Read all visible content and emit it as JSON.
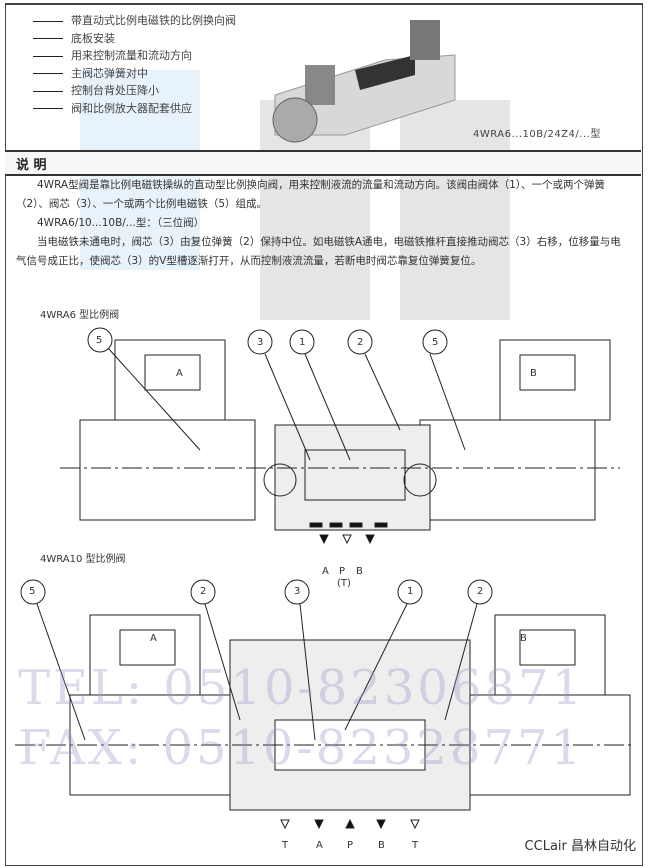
{
  "features": [
    "带直动式比例电磁铁的比例换向阀",
    "底板安装",
    "用来控制流量和流动方向",
    "主阀芯弹簧对中",
    "控制台背处压降小",
    "阀和比例放大器配套供应"
  ],
  "product_caption": "4WRA6...10B/24Z4/...型",
  "section_title": "说 明",
  "paragraphs": {
    "p1": "4WRA型阀是靠比例电磁铁操纵的直动型比例换向阀，用来控制液流的流量和流动方向。该阀由阀体（1）、一个或两个弹簧（2）、阀芯（3）、一个或两个比例电磁铁（5）组成。",
    "p2": "4WRA6/10...10B/...型：（三位阀）",
    "p3": "当电磁铁未通电时，阀芯（3）由复位弹簧（2）保持中位。如电磁铁A通电，电磁铁推杆直接推动阀芯（3）右移，位移量与电气信号成正比，使阀芯（3）的V型槽逐渐打开，从而控制液流流量，若断电时阀芯靠复位弹簧复位。"
  },
  "diagram1": {
    "title": "4WRA6 型比例阀",
    "callouts": [
      "5",
      "3",
      "1",
      "2",
      "5"
    ],
    "solenoids": [
      "A",
      "B"
    ],
    "ports": [
      "A",
      "P",
      "B"
    ],
    "port_sub": "(T)"
  },
  "diagram2": {
    "title": "4WRA10 型比例阀",
    "callouts": [
      "5",
      "2",
      "3",
      "1",
      "2"
    ],
    "solenoids": [
      "A",
      "B"
    ],
    "ports": [
      "T",
      "A",
      "P",
      "B",
      "T"
    ]
  },
  "watermark": {
    "tel": "TEL: 0510-82306871",
    "fax": "FAX: 0510-82328771",
    "brand": "CCLair 昌林自动化"
  }
}
